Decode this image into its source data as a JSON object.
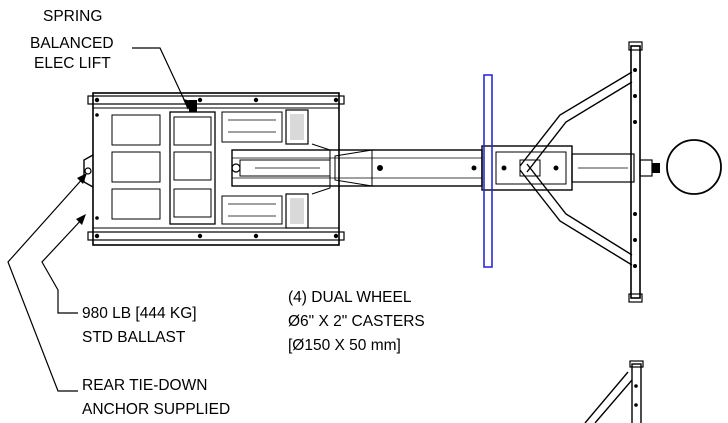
{
  "annotations": {
    "lift": [
      "SPRING",
      "BALANCED",
      "ELEC LIFT"
    ],
    "ballast": [
      "980 LB [444 KG]",
      "STD BALLAST"
    ],
    "casters": [
      "(4) DUAL WHEEL",
      "Ø6\" X 2\" CASTERS",
      "[Ø150 X 50 mm]"
    ],
    "tiedown": [
      "REAR TIE-DOWN",
      "ANCHOR SUPPLIED"
    ]
  },
  "colors": {
    "line": "#000000",
    "highlight": "#2b2bd6"
  }
}
